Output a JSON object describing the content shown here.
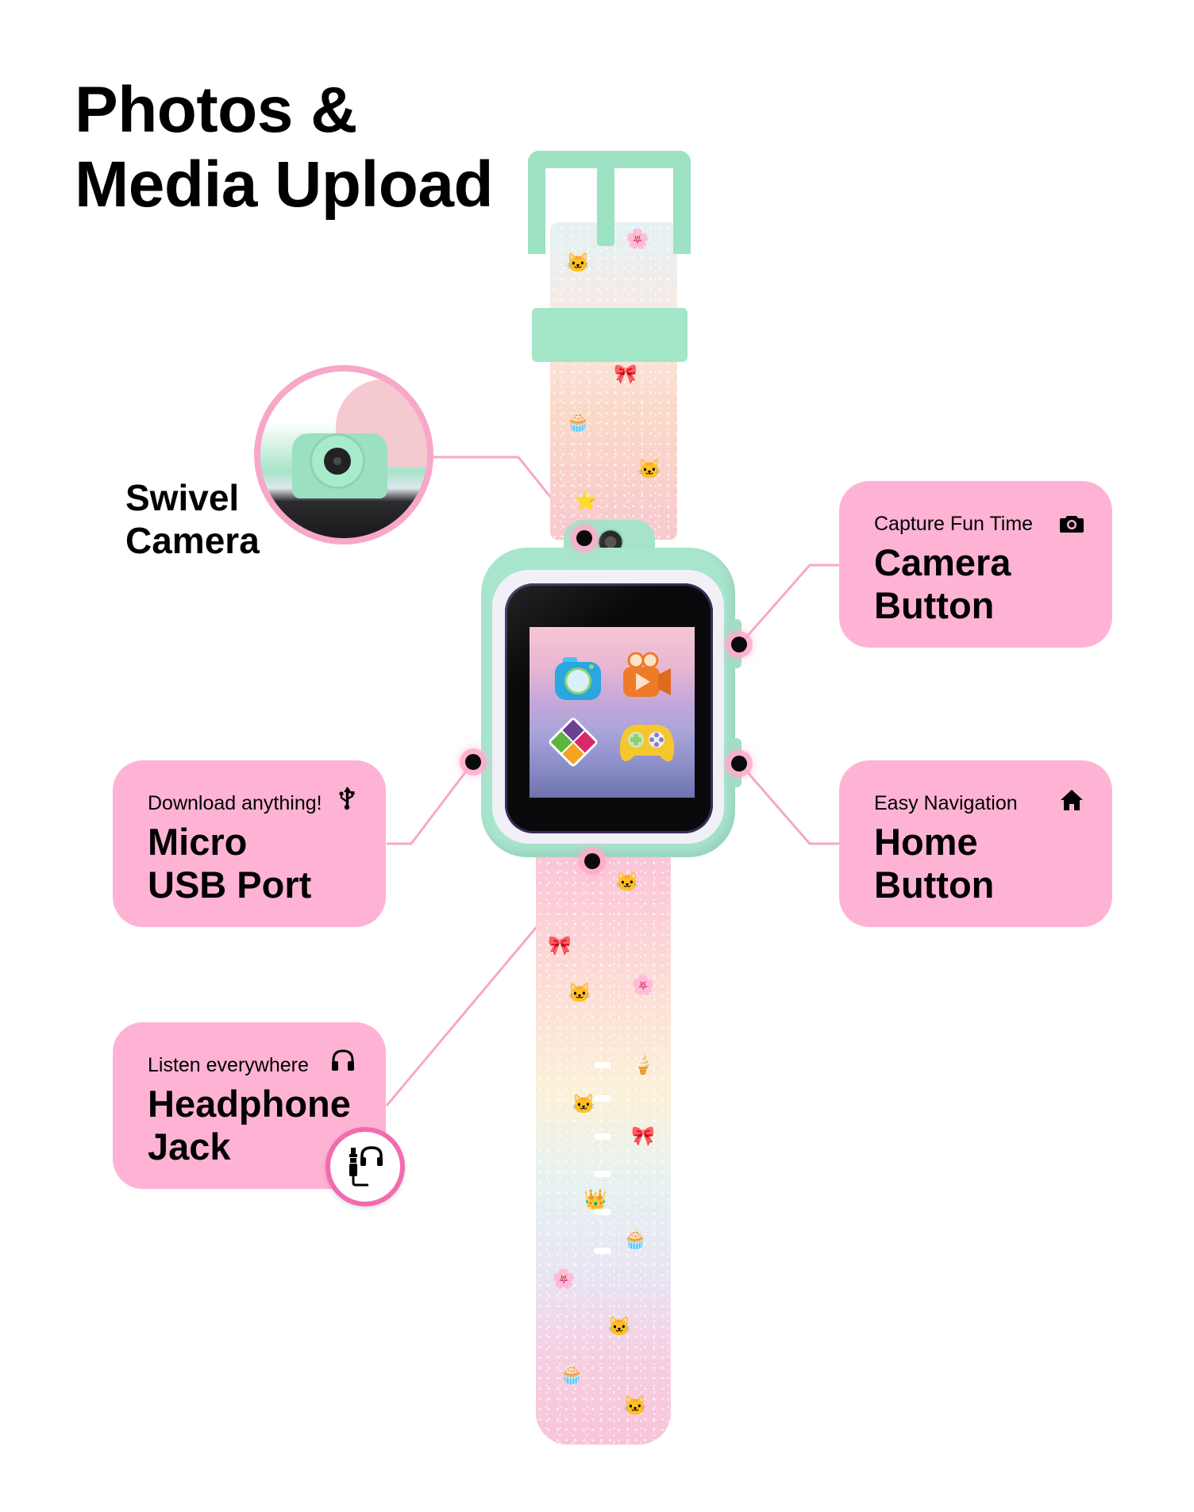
{
  "title": {
    "line1": "Photos &",
    "line2": "Media Upload"
  },
  "colors": {
    "callout_bg": "#ffb3d4",
    "connector": "#f7a8c9",
    "watch_case": "#a8e5cd",
    "badge_ring": "#f26bb0",
    "text": "#000000"
  },
  "features": {
    "swivel_camera": {
      "label_line1": "Swivel",
      "label_line2": "Camera"
    },
    "camera_button": {
      "subtitle": "Capture Fun Time",
      "title_line1": "Camera",
      "title_line2": "Button",
      "icon": "camera-icon"
    },
    "micro_usb": {
      "subtitle": "Download anything!",
      "title_line1": "Micro",
      "title_line2": "USB Port",
      "icon": "usb-icon"
    },
    "home_button": {
      "subtitle": "Easy Navigation",
      "title_line1": "Home",
      "title_line2": "Button",
      "icon": "home-icon"
    },
    "headphone_jack": {
      "subtitle": "Listen everywhere",
      "title_line1": "Headphone",
      "title_line2": "Jack",
      "icon": "headphones-icon",
      "badge_icon": "audio-jack-headset-icon"
    }
  },
  "watch_screen": {
    "apps": [
      {
        "name": "camera-app",
        "color": "#2aa6e0"
      },
      {
        "name": "video-app",
        "color": "#ee7a2a"
      },
      {
        "name": "learning-app",
        "color": "#ffffff"
      },
      {
        "name": "games-app",
        "color": "#f5c72e"
      }
    ]
  }
}
